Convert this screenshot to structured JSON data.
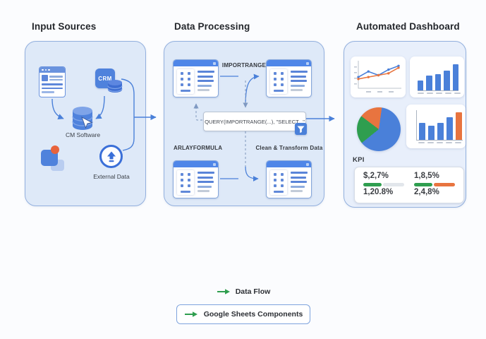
{
  "sections": {
    "input": {
      "title": "Input Sources",
      "crm_badge": "CRM",
      "software_label": "CM Software",
      "external_label": "External Data"
    },
    "processing": {
      "title": "Data Processing",
      "importrange": "IMPORTRANGE",
      "query": "QUERY(IMPORTRANGE(...), \"SELECT...\"",
      "arrayformula": "ARLAYFORMULA",
      "clean": "Clean & Transform Data"
    },
    "dashboard": {
      "title": "Automated Dashboard",
      "kpi_heading": "KPI",
      "kpis": [
        {
          "top_value": "$,2,7%",
          "bottom_value": "1,20.8%",
          "progress": [
            {
              "color": "#2f9e4f",
              "pct": 46
            },
            {
              "color": "#e2e6eb",
              "pct": 52
            }
          ]
        },
        {
          "top_value": "1,8,5%",
          "bottom_value": "2,4,8%",
          "progress": [
            {
              "color": "#2f9e4f",
              "pct": 44
            },
            {
              "color": "#e8743f",
              "pct": 52
            }
          ]
        }
      ]
    }
  },
  "legend": {
    "data_flow": "Data Flow",
    "components": "Google Sheets Components"
  },
  "colors": {
    "primary_blue": "#4a80d9",
    "sheet_header_blue": "#4f86e8",
    "green": "#2f9e4f",
    "orange": "#e8743f",
    "box_fill": "#dee9f8",
    "box_border": "#93b0de"
  },
  "icons": {
    "filter": "funnel-icon",
    "external": "upload-arrow-icon",
    "cursor": "cursor-arrow-icon",
    "legend_arrow": "green-arrow-icon"
  },
  "chart_data": [
    {
      "type": "line",
      "series": [
        {
          "name": "blue",
          "color": "#4a80d9",
          "values": [
            3,
            4.5,
            3.5,
            5,
            6
          ]
        },
        {
          "name": "orange",
          "color": "#e8743f",
          "values": [
            2.5,
            3,
            3.5,
            4,
            5.5
          ]
        }
      ],
      "x": [
        1,
        2,
        3,
        4,
        5
      ],
      "ylim": [
        0,
        7
      ],
      "grid": false,
      "legend": "none"
    },
    {
      "type": "bar",
      "categories": [
        "",
        "",
        "",
        "",
        ""
      ],
      "values": [
        2.1,
        3.1,
        3.5,
        4.2,
        5.5
      ],
      "colors": [
        "#4a80d9",
        "#4a80d9",
        "#4a80d9",
        "#4a80d9",
        "#4a80d9"
      ],
      "ylim": [
        0,
        6
      ]
    },
    {
      "type": "pie",
      "slices": [
        {
          "label": "blue",
          "value": 62,
          "color": "#4a80d9"
        },
        {
          "label": "green",
          "value": 21,
          "color": "#2f9e4f"
        },
        {
          "label": "orange",
          "value": 17,
          "color": "#e8743f"
        }
      ]
    },
    {
      "type": "bar",
      "categories": [
        "",
        "",
        "",
        "",
        ""
      ],
      "values": [
        3.5,
        2.8,
        3.5,
        4.6,
        5.6
      ],
      "colors": [
        "#4a80d9",
        "#4a80d9",
        "#4a80d9",
        "#4a80d9",
        "#e8743f"
      ],
      "ylim": [
        0,
        6
      ]
    }
  ]
}
